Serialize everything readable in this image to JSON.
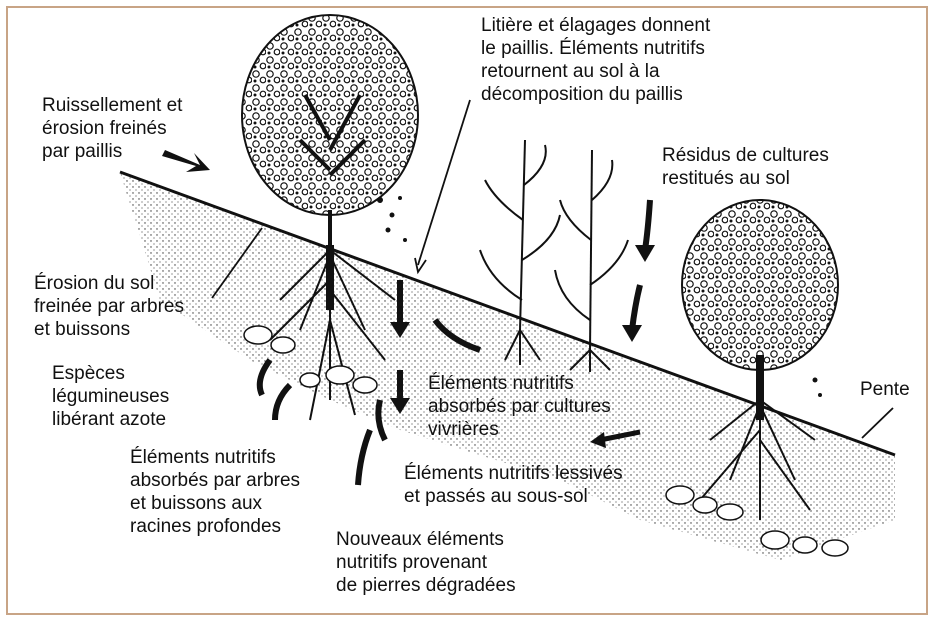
{
  "colors": {
    "frame": "#c8a486",
    "ink": "#111111",
    "soil": "#cfcfcf"
  },
  "labels": {
    "ruissellement": "Ruissellement et\nérosion freinés\npar paillis",
    "litiere": "Litière et élagages donnent\nle paillis. Éléments nutritifs\nretournent au sol à la\ndécomposition du paillis",
    "residus": "Résidus de cultures\nrestitués au sol",
    "erosion_sol": "Érosion du sol\nfreinée par arbres\net buissons",
    "especes": "Espèces\nlégumineuses\nlibérant azote",
    "absorbes_cultures": "Éléments nutritifs\nabsorbés par cultures\nvivrières",
    "pente": "Pente",
    "absorbes_arbres": "Éléments nutritifs\nabsorbés par arbres\net buissons aux\nracines profondes",
    "lessives": "Éléments nutritifs lessivés\net passés au sous-sol",
    "nouveaux": "Nouveaux éléments\nnutritifs provenant\nde pierres dégradées"
  }
}
